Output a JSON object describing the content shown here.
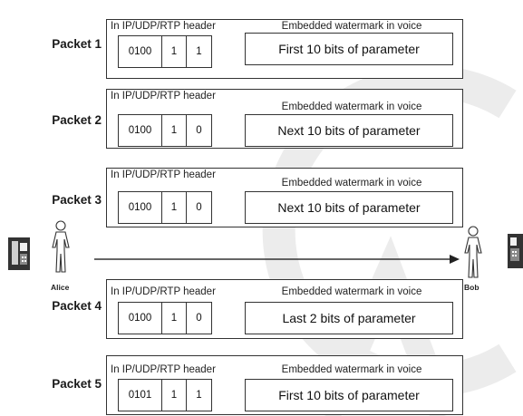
{
  "packets": [
    {
      "label": "Packet 1",
      "header_caption": "In IP/UDP/RTP header",
      "watermark_caption": "Embedded watermark in voice",
      "fields": [
        "0100",
        "1",
        "1"
      ],
      "payload": "First 10 bits of parameter"
    },
    {
      "label": "Packet 2",
      "header_caption": "In IP/UDP/RTP header",
      "watermark_caption": "Embedded watermark in voice",
      "fields": [
        "0100",
        "1",
        "0"
      ],
      "payload": "Next 10 bits of parameter"
    },
    {
      "label": "Packet 3",
      "header_caption": "In IP/UDP/RTP header",
      "watermark_caption": "Embedded watermark in voice",
      "fields": [
        "0100",
        "1",
        "0"
      ],
      "payload": "Next 10 bits of parameter"
    },
    {
      "label": "Packet 4",
      "header_caption": "In IP/UDP/RTP header",
      "watermark_caption": "Embedded watermark in voice",
      "fields": [
        "0100",
        "1",
        "0"
      ],
      "payload": "Last 2 bits of parameter"
    },
    {
      "label": "Packet 5",
      "header_caption": "In IP/UDP/RTP header",
      "watermark_caption": "Embedded watermark in voice",
      "fields": [
        "0101",
        "1",
        "1"
      ],
      "payload": "First 10 bits of parameter"
    }
  ],
  "sender": {
    "name": "Alice",
    "icon": "person-icon",
    "device_icon": "phone-icon"
  },
  "receiver": {
    "name": "Bob",
    "icon": "person-icon",
    "device_icon": "phone-icon"
  },
  "colors": {
    "line": "#333333",
    "watermark": "#e8e8e8"
  }
}
